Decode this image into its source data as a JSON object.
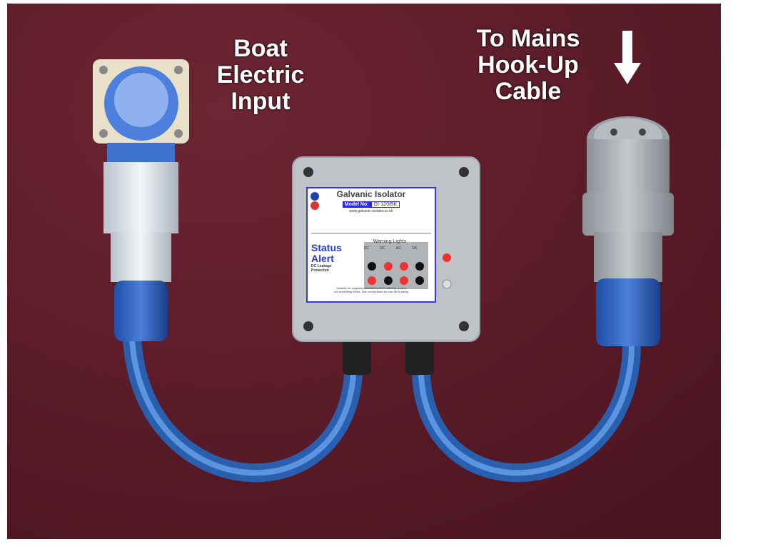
{
  "captions": {
    "left": [
      "Boat",
      "Electric",
      "Input"
    ],
    "right": [
      "To Mains",
      "Hook-Up",
      "Cable"
    ]
  },
  "label": {
    "title": "Galvanic Isolator",
    "model_label": "Model No:",
    "model_value": "GI-120/BK",
    "website": "www.galvanic-isolator.co.uk",
    "brand_line1": "Status",
    "brand_line2": "Alert",
    "brand_sub1": "DC Leakage",
    "brand_sub2": "Protection",
    "warning_title": "Warning Lights",
    "columns": [
      "DC",
      "DC",
      "AC",
      "OK"
    ],
    "footer1": "Suitable for supplies protected by RCD with trip current",
    "footer2": "not exceeding 30mA. See connections for max MCB rating"
  },
  "colors": {
    "background": "#5b1a28",
    "cable": "#3a7fd0",
    "box": "#c9ccd0"
  }
}
